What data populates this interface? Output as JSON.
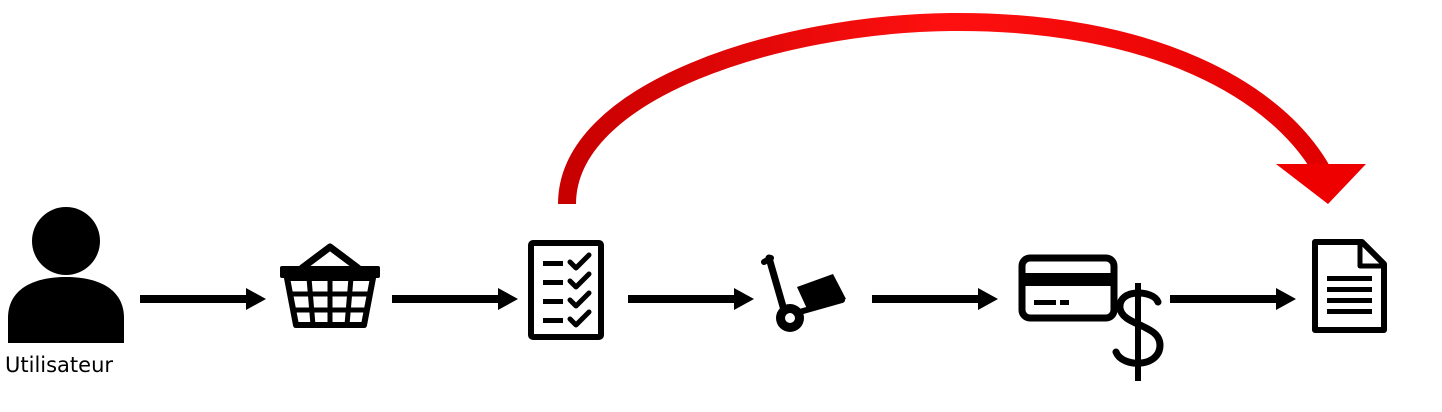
{
  "user": {
    "label": "Utilisateur"
  },
  "steps": [
    {
      "name": "user",
      "icon": "user-icon"
    },
    {
      "name": "basket",
      "icon": "basket-icon"
    },
    {
      "name": "checklist",
      "icon": "checklist-icon"
    },
    {
      "name": "shipping",
      "icon": "hand-truck-icon"
    },
    {
      "name": "payment",
      "icon": "credit-card-dollar-icon"
    },
    {
      "name": "invoice",
      "icon": "document-icon"
    }
  ],
  "colors": {
    "flow_arrow": "#000000",
    "skip_arrow": "#e00000",
    "icon": "#000000"
  }
}
